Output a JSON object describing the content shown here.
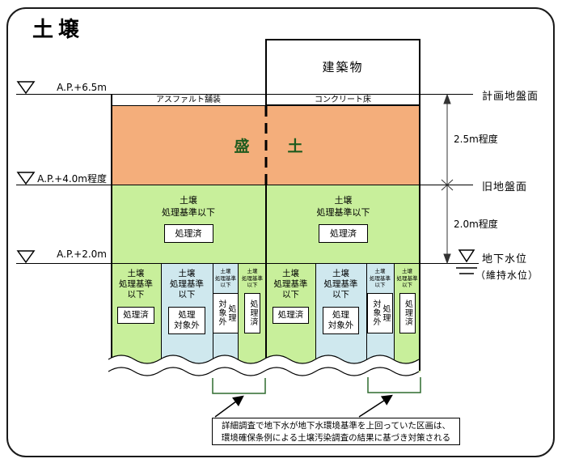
{
  "title": "土壌",
  "building": {
    "label": "建築物",
    "floor_label": "コンクリート床"
  },
  "surface": {
    "asphalt_label": "アスファルト舗装"
  },
  "fill_layer": {
    "label_left": "盛",
    "label_right": "土"
  },
  "elevations": {
    "top": "A.P.+6.5m",
    "middle": "A.P.+4.0m程度",
    "bottom": "A.P.+2.0m"
  },
  "right_annotations": {
    "planned_ground": "計画地盤面",
    "dim_upper": "2.5m程度",
    "old_ground": "旧地盤面",
    "dim_lower": "2.0m程度",
    "water_level": "地下水位",
    "water_level_sub": "（維持水位）"
  },
  "middle_layer": {
    "left": {
      "header": "土壌\n処理基準以下",
      "tag": "処理済"
    },
    "right": {
      "header": "土壌\n処理基準以下",
      "tag": "処理済"
    }
  },
  "bottom_layer": {
    "cells": [
      {
        "header": "土壌\n処理基準\n以下",
        "tag": "処理済"
      },
      {
        "header": "土壌\n処理基準\n以下",
        "tag": "処理\n対象外"
      },
      {
        "header": "土壌\n処理基準\n以下",
        "tag": "処理\n対象外"
      },
      {
        "header": "土壌\n処理基準\n以下",
        "tag": "処理済"
      },
      {
        "header": "土壌\n処理基準\n以下",
        "tag": "処理済"
      },
      {
        "header": "土壌\n処理基準\n以下",
        "tag": "処理\n対象外"
      },
      {
        "header": "土壌\n処理基準\n以下",
        "tag": "処理\n対象外"
      },
      {
        "header": "土壌\n処理基準\n以下",
        "tag": "処理済"
      }
    ]
  },
  "note": {
    "text": "詳細調査で地下水が地下水環境基準を上回っていた区画は、\n環境確保条例による土壌汚染調査の結果に基づき対策される"
  },
  "colors": {
    "fill_soil": "#F4AE7B",
    "clean_soil": "#C8EF9B",
    "water_affected": "#CFE8EE",
    "fill_text": "#1E5B1E",
    "bracket": "#2F6B2F"
  }
}
